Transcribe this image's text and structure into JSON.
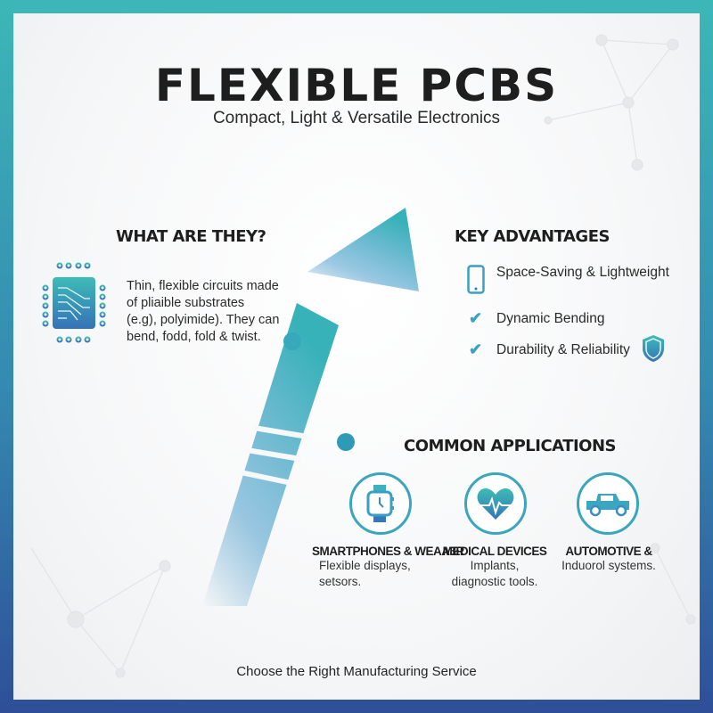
{
  "header": {
    "title": "FLEXIBLE PCBS",
    "subtitle": "Compact, Light & Versatile Electronics"
  },
  "what": {
    "heading": "WHAT ARE THEY?",
    "icon": "circuit-chip-icon",
    "lines": [
      "Thin, flexible circuits made",
      "of pliaible substrates",
      "(e.g), polyimide). They can",
      "bend, fodd, fold & twist."
    ]
  },
  "advantages": {
    "heading": "KEY ADVANTAGES",
    "items": [
      {
        "label": "Space-Saving & Lightweight",
        "icon": "smartphone-icon"
      },
      {
        "label": "Dynamic Bending",
        "icon": "checkmark-icon"
      },
      {
        "label": "Durability & Reliability",
        "icon": "checkmark-icon",
        "badge_icon": "shield-icon"
      }
    ]
  },
  "applications": {
    "heading": "COMMON APPLICATIONS",
    "items": [
      {
        "title": "SMARTPHONES & WEAA3R",
        "desc": [
          "Flexible displays, setsors."
        ],
        "icon": "smartwatch-icon"
      },
      {
        "title": "MEDICAL DEVICES",
        "desc": [
          "Implants,",
          "diagnostic tools."
        ],
        "icon": "heart-pulse-icon"
      },
      {
        "title": "AUTOMOTIVE &",
        "desc": [
          "Induorol systems."
        ],
        "icon": "car-icon"
      }
    ]
  },
  "footer": {
    "text": "Choose the Right Manufacturing Service"
  },
  "colors": {
    "teal": "#3cb7b7",
    "blue": "#2e4f98",
    "accent": "#3aa6bc"
  }
}
